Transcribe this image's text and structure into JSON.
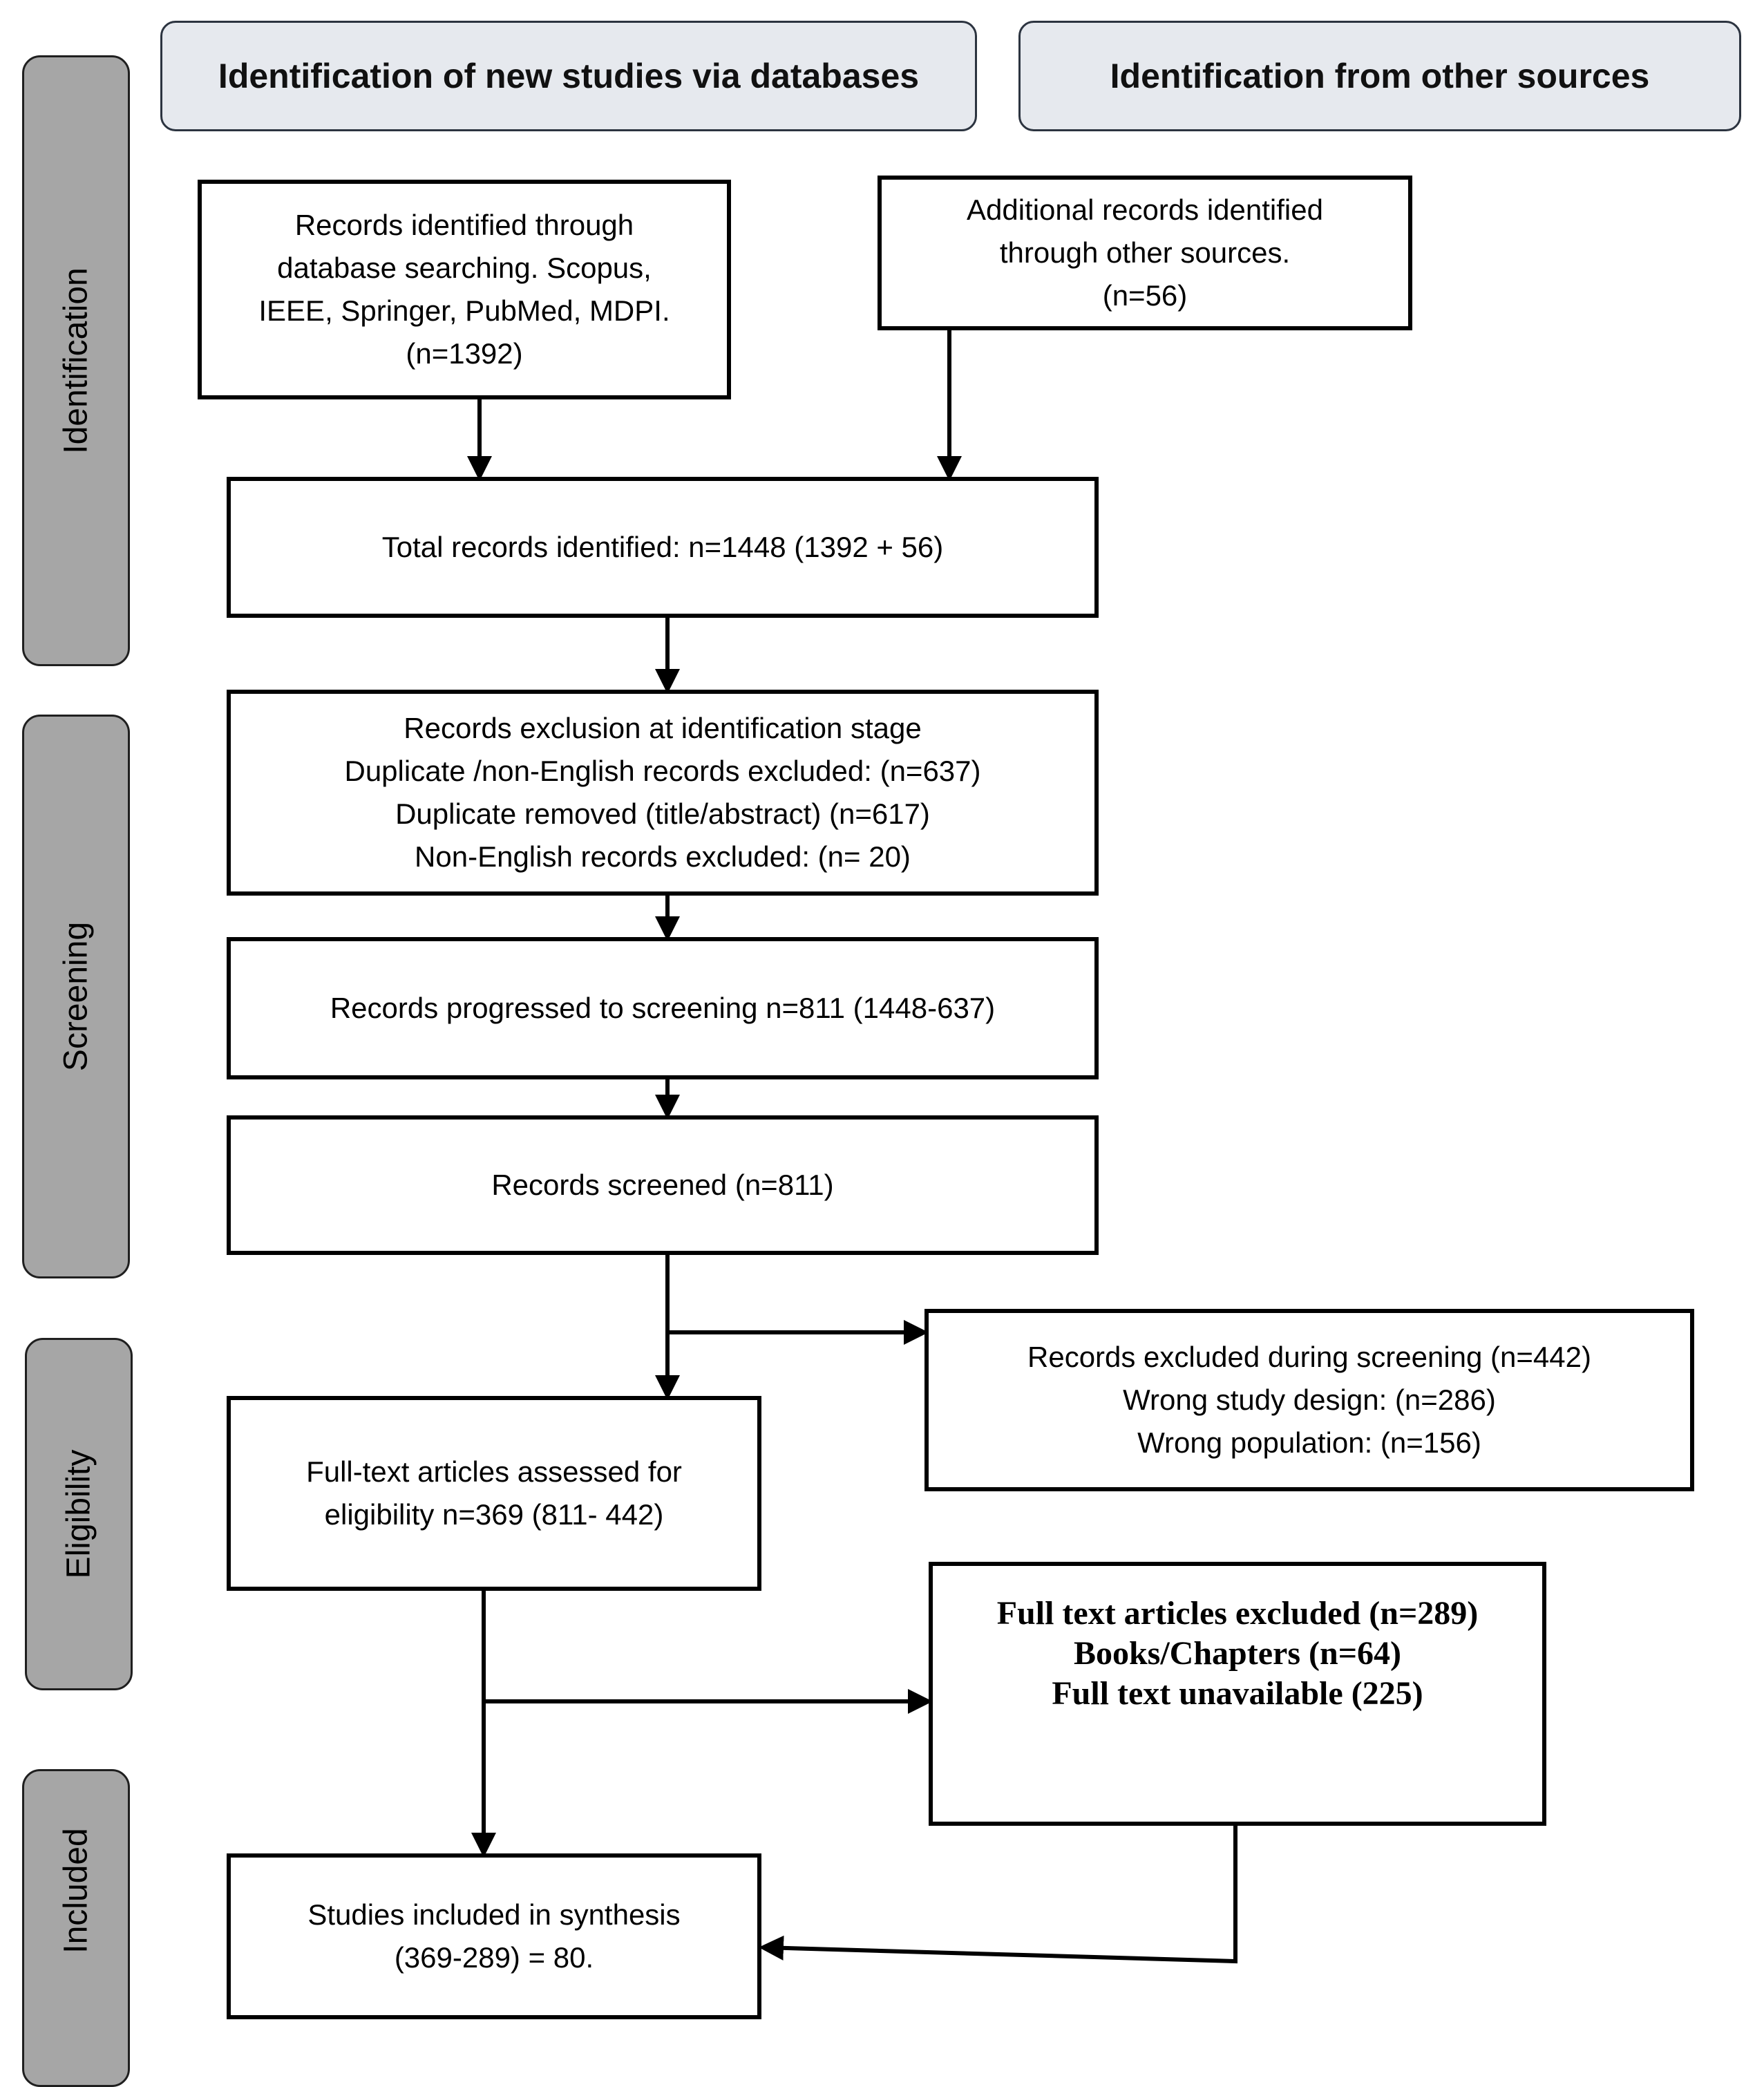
{
  "headers": {
    "databases": "Identification of new studies via databases",
    "other_sources": "Identification from other sources"
  },
  "phases": {
    "identification": "Identification",
    "screening": "Screening",
    "eligibility": "Eligibility",
    "included": "Included"
  },
  "boxes": {
    "database_records": [
      "Records identified through",
      "database searching. Scopus,",
      "IEEE, Springer, PubMed, MDPI.",
      "(n=1392)"
    ],
    "other_records": [
      "Additional records identified",
      "through other sources.",
      "(n=56)"
    ],
    "total_records": [
      "Total records identified: n=1448 (1392 + 56)"
    ],
    "exclusion_identification": [
      "Records exclusion at identification stage",
      "Duplicate /non-English records excluded: (n=637)",
      "Duplicate removed (title/abstract) (n=617)",
      "Non-English records excluded: (n= 20)"
    ],
    "progressed_screening": [
      "Records progressed to screening n=811 (1448-637)"
    ],
    "records_screened": [
      "Records screened (n=811)"
    ],
    "excluded_screening": [
      "Records excluded during screening (n=442)",
      "Wrong study design: (n=286)",
      "Wrong population: (n=156)"
    ],
    "fulltext_assessed": [
      "Full-text articles assessed for",
      "eligibility n=369 (811- 442)"
    ],
    "fulltext_excluded": [
      "Full text articles excluded (n=289)",
      "Books/Chapters (n=64)",
      "Full text unavailable (225)"
    ],
    "included_synthesis": [
      "Studies included in synthesis",
      "(369-289) = 80."
    ]
  }
}
